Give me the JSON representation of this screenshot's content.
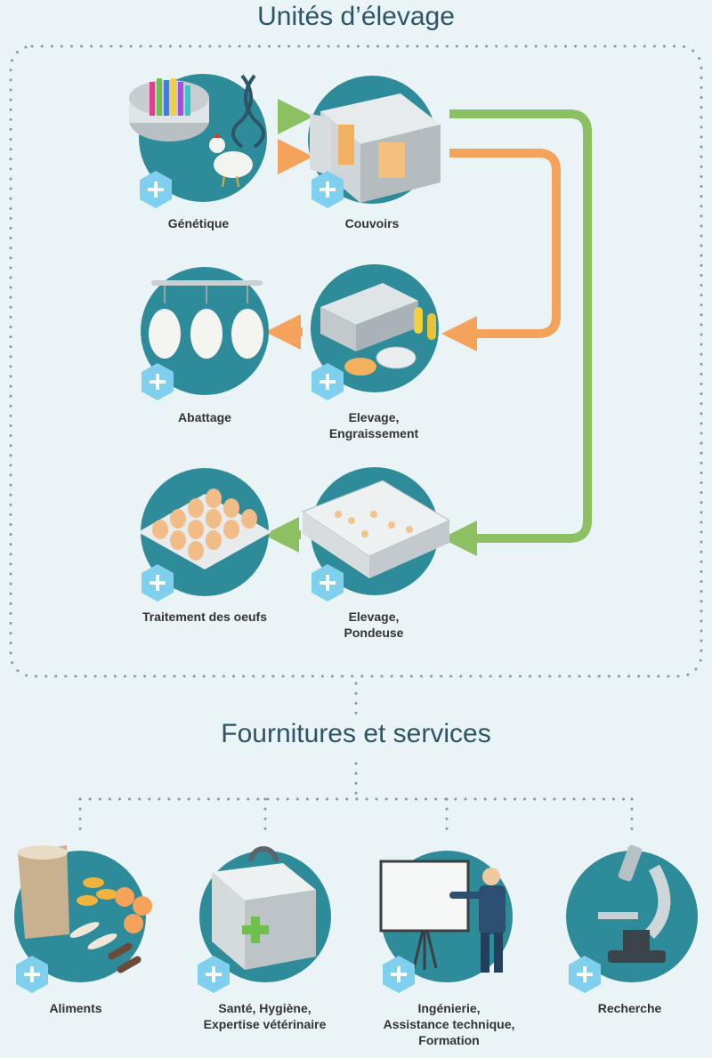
{
  "sections": {
    "rearing": {
      "title": "Unités d’élevage",
      "units": {
        "genetics": "Génétique",
        "hatcheries": "Couvoirs",
        "slaughter": "Abattage",
        "broiler": "Elevage,\nEngraissement",
        "eggs": "Traitement des oeufs",
        "layer": "Elevage,\nPondeuse"
      }
    },
    "supplies": {
      "title": "Fournitures et services",
      "items": {
        "feed": "Aliments",
        "health": "Santé, Hygiène,\nExpertise vétérinaire",
        "engineering": "Ingénierie,\nAssistance technique,\nFormation",
        "research": "Recherche"
      }
    }
  },
  "colors": {
    "teal": "#2e8c9a",
    "green": "#8cc063",
    "orange": "#f5a35b",
    "plus_badge": "#7fd0ee"
  },
  "icons": {
    "unit_badge": "plus-icon"
  }
}
